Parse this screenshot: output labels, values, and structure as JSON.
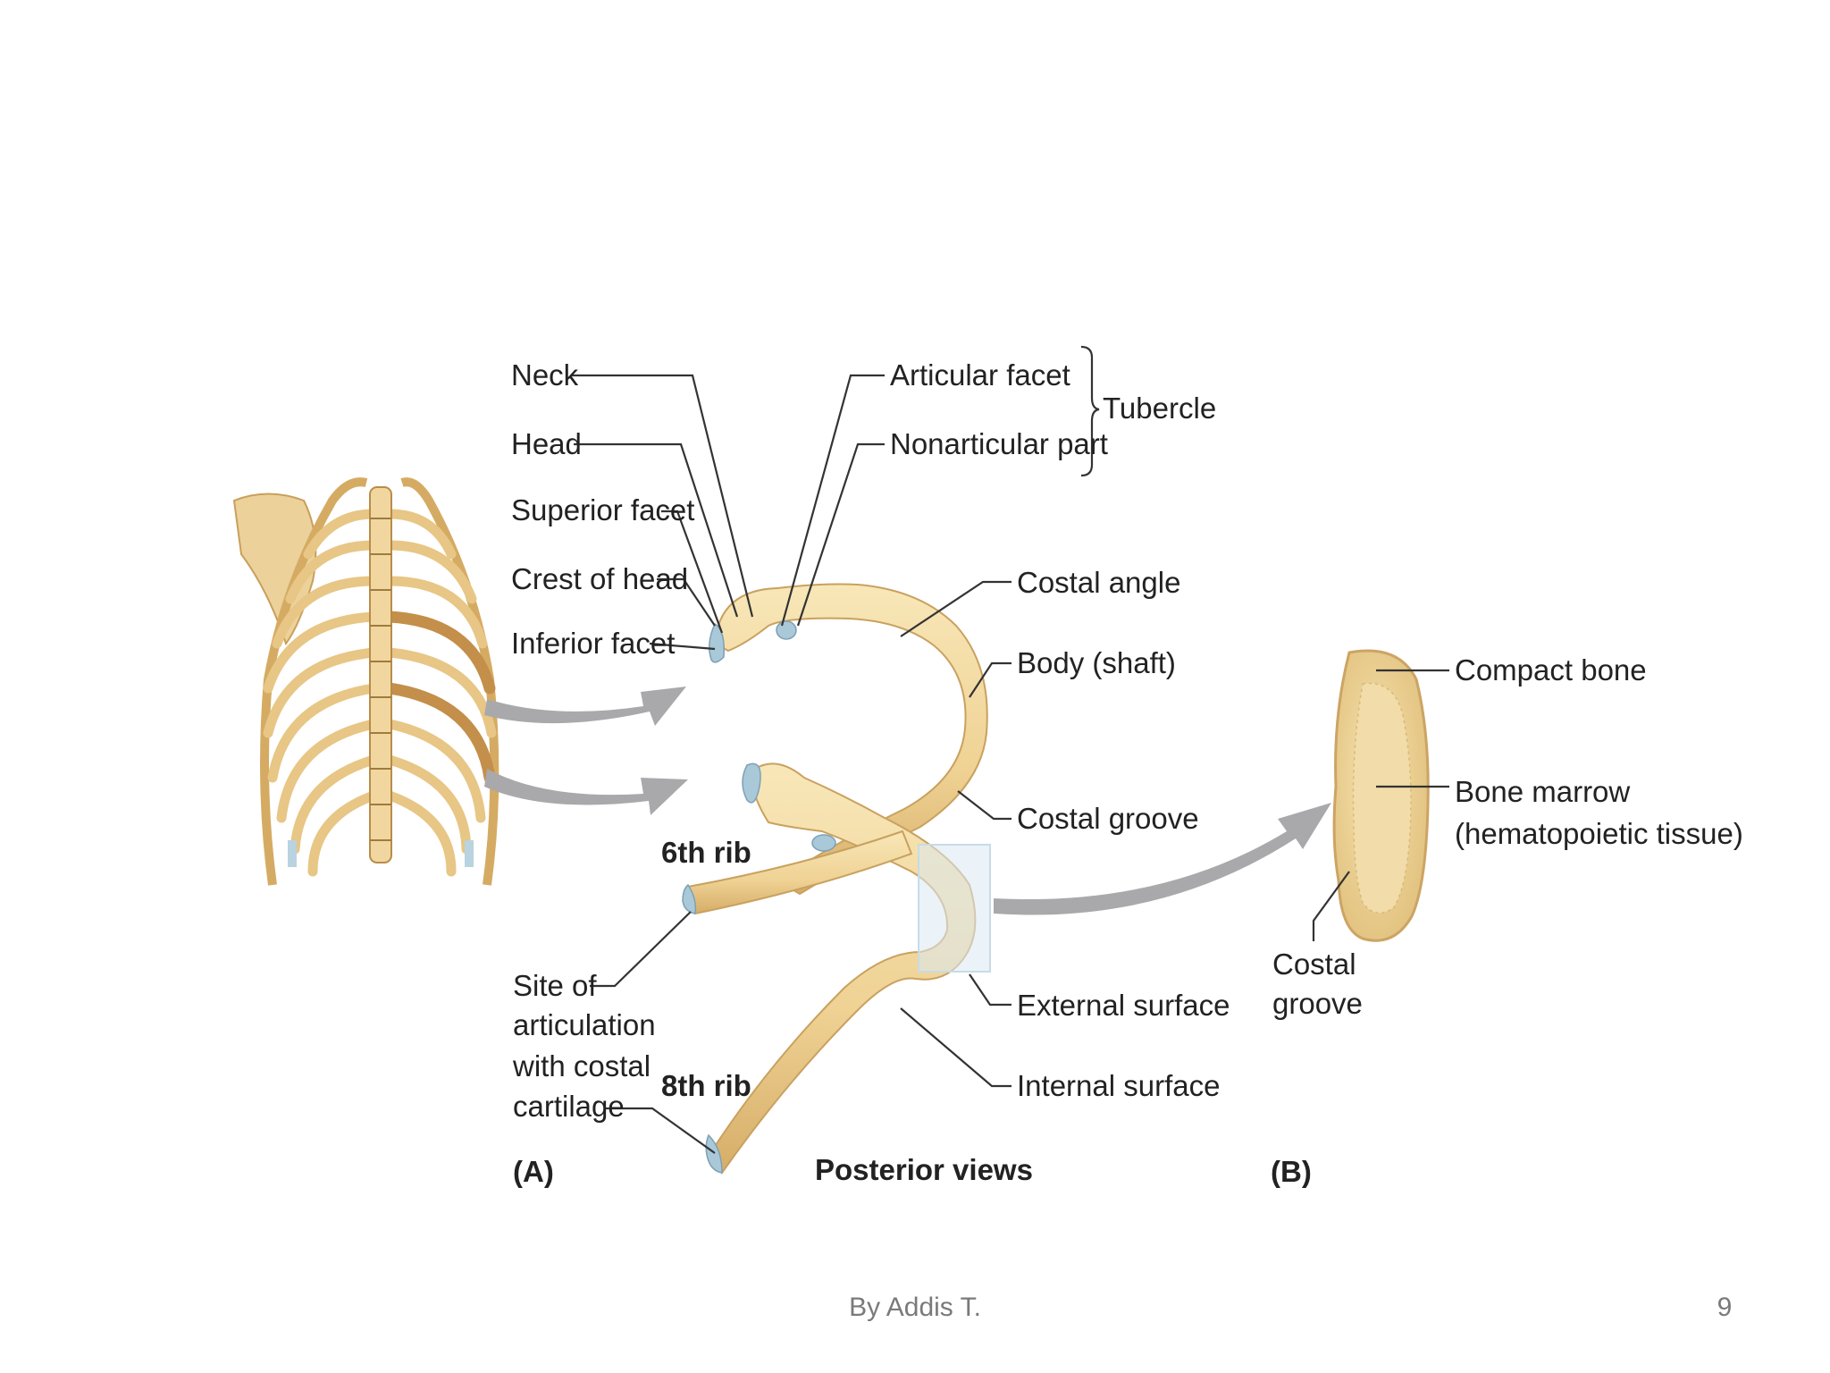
{
  "figure": {
    "labels": {
      "neck": "Neck",
      "head": "Head",
      "superior_facet": "Superior facet",
      "crest_of_head": "Crest of head",
      "inferior_facet": "Inferior facet",
      "articular_facet": "Articular facet",
      "nonarticular_part": "Nonarticular part",
      "tubercle": "Tubercle",
      "costal_angle": "Costal angle",
      "body_shaft": "Body (shaft)",
      "costal_groove": "Costal groove",
      "rib_6": "6th rib",
      "rib_8": "8th rib",
      "site_line1": "Site of",
      "site_line2": "articulation",
      "site_line3": "with costal",
      "site_line4": "cartilage",
      "external_surface": "External surface",
      "internal_surface": "Internal surface",
      "panel_a": "(A)",
      "posterior_views": "Posterior views",
      "compact_bone": "Compact bone",
      "bone_marrow": "Bone marrow",
      "hematopoietic": "(hematopoietic tissue)",
      "costal_groove_b1": "Costal",
      "costal_groove_b2": "groove",
      "panel_b": "(B)"
    },
    "colors": {
      "bone": "#f3dca3",
      "bone_shade": "#d9b26c",
      "cartilage_blue": "#a9c8d8",
      "arrow_gray": "#a9a9ab",
      "leader_line": "#333333"
    }
  },
  "footer": {
    "author": "By Addis T.",
    "page_number": "9"
  }
}
